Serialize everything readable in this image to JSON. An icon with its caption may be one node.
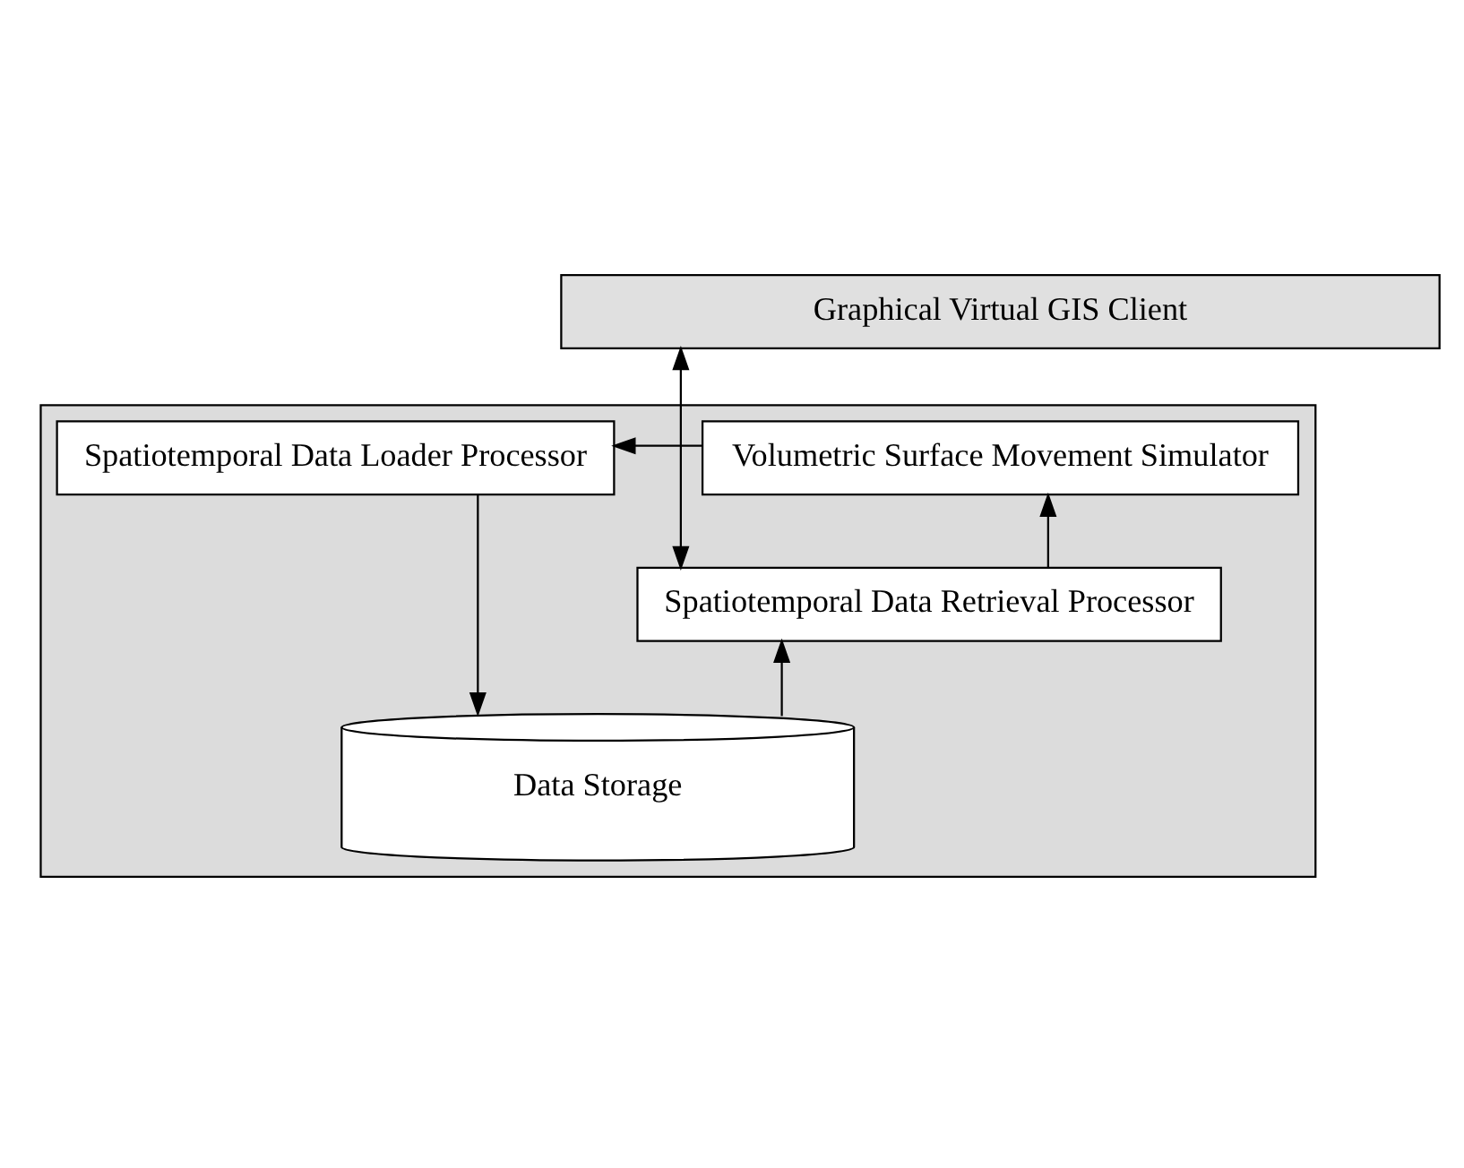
{
  "diagram": {
    "nodes": [
      {
        "text": [
          "Graphical Virtual GIS Client"
        ]
      },
      {
        "text": [],
        "shape": "box"
      },
      {
        "text": [
          "Spatiotemporal Data Loader Processor"
        ],
        "in": 1
      },
      {
        "text": [
          "Volumetric Surface Movement Simulator"
        ],
        "in": 1
      },
      {
        "text": [
          "Spatiotemporal Data Retrieval Processor"
        ],
        "in": 1
      },
      {
        "text": [
          "Data Storage"
        ],
        "in": 1
      }
    ],
    "edges": [
      {
        "from": 0,
        "to": 4,
        "arrow": "both"
      },
      {
        "from": 3,
        "to": 2,
        "arrow": "to"
      },
      {
        "from": 4,
        "to": 3,
        "arrow": "to"
      },
      {
        "from": 2,
        "to": 5,
        "arrow": "to"
      },
      {
        "from": 5,
        "to": 4,
        "arrow": "to"
      }
    ]
  }
}
